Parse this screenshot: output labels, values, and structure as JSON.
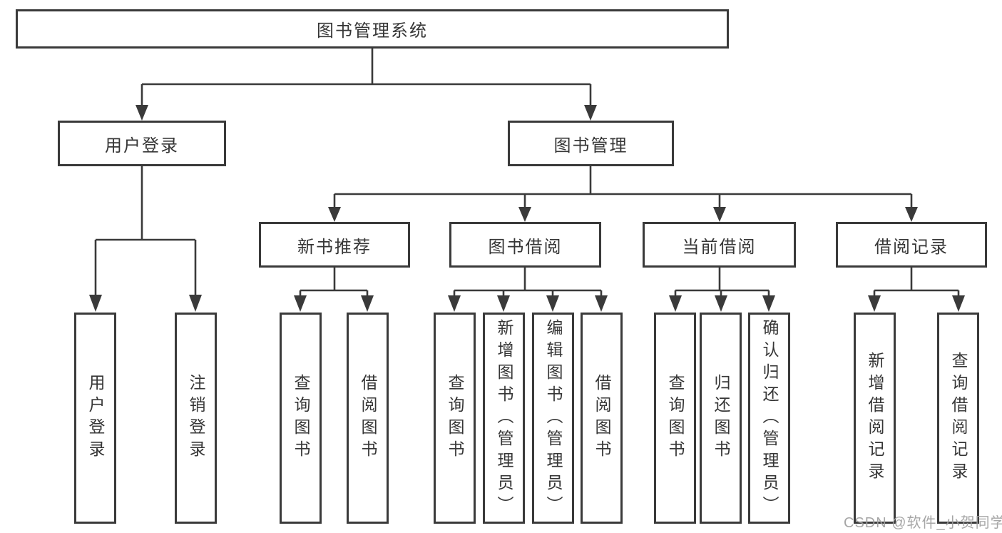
{
  "diagram": {
    "title": "图书管理系统",
    "branches": [
      {
        "label": "用户登录",
        "children": [
          "用户登录",
          "注销登录"
        ]
      },
      {
        "label": "图书管理",
        "groups": [
          {
            "label": "新书推荐",
            "children": [
              "查询图书",
              "借阅图书"
            ]
          },
          {
            "label": "图书借阅",
            "children": [
              "查询图书",
              "新增图书（管理员）",
              "编辑图书（管理员）",
              "借阅图书"
            ]
          },
          {
            "label": "当前借阅",
            "children": [
              "查询图书",
              "归还图书",
              "确认归还（管理员）"
            ]
          },
          {
            "label": "借阅记录",
            "children": [
              "新增借阅记录",
              "查询借阅记录"
            ]
          }
        ]
      }
    ]
  },
  "watermark": {
    "text": "CSDN @软件_小贺同学"
  },
  "colors": {
    "line": "#3a3a3a",
    "box_border": "#3a3a3a",
    "text": "#363636",
    "watermark": "#9f9f9f",
    "background": "#ffffff"
  }
}
